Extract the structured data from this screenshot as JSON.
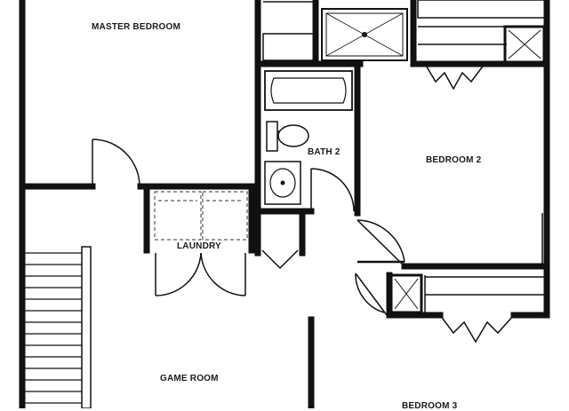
{
  "rooms": {
    "master_bedroom": "MASTER BEDROOM",
    "bath_2": "BATH 2",
    "bedroom_2": "BEDROOM 2",
    "laundry": "LAUNDRY",
    "game_room": "GAME ROOM",
    "bedroom_3": "BEDROOM 3"
  }
}
